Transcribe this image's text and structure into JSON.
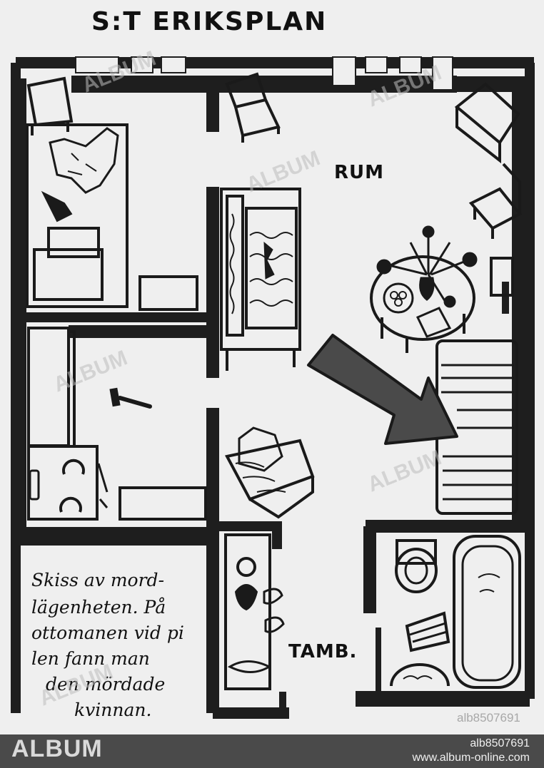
{
  "title": "S:T ERIKSPLAN",
  "rooms": {
    "main_room": "RUM",
    "hall": "TAMB."
  },
  "caption_lines": [
    "Skiss av mord-",
    "lägenheten. På",
    "ottomanen vid pi",
    "len fann man",
    "den mördade",
    "kvinnan."
  ],
  "image_ref": "alb8507691",
  "watermark": "ALBUM",
  "footer": {
    "logo": "ALBUM",
    "id": "alb8507691",
    "url": "www.album-online.com"
  },
  "icons": [
    "bed-icon",
    "chair-icon",
    "sofa-icon",
    "table-icon",
    "flower-vase-icon",
    "stove-icon",
    "washbasin-icon",
    "bathtub-icon",
    "arrow-icon"
  ]
}
